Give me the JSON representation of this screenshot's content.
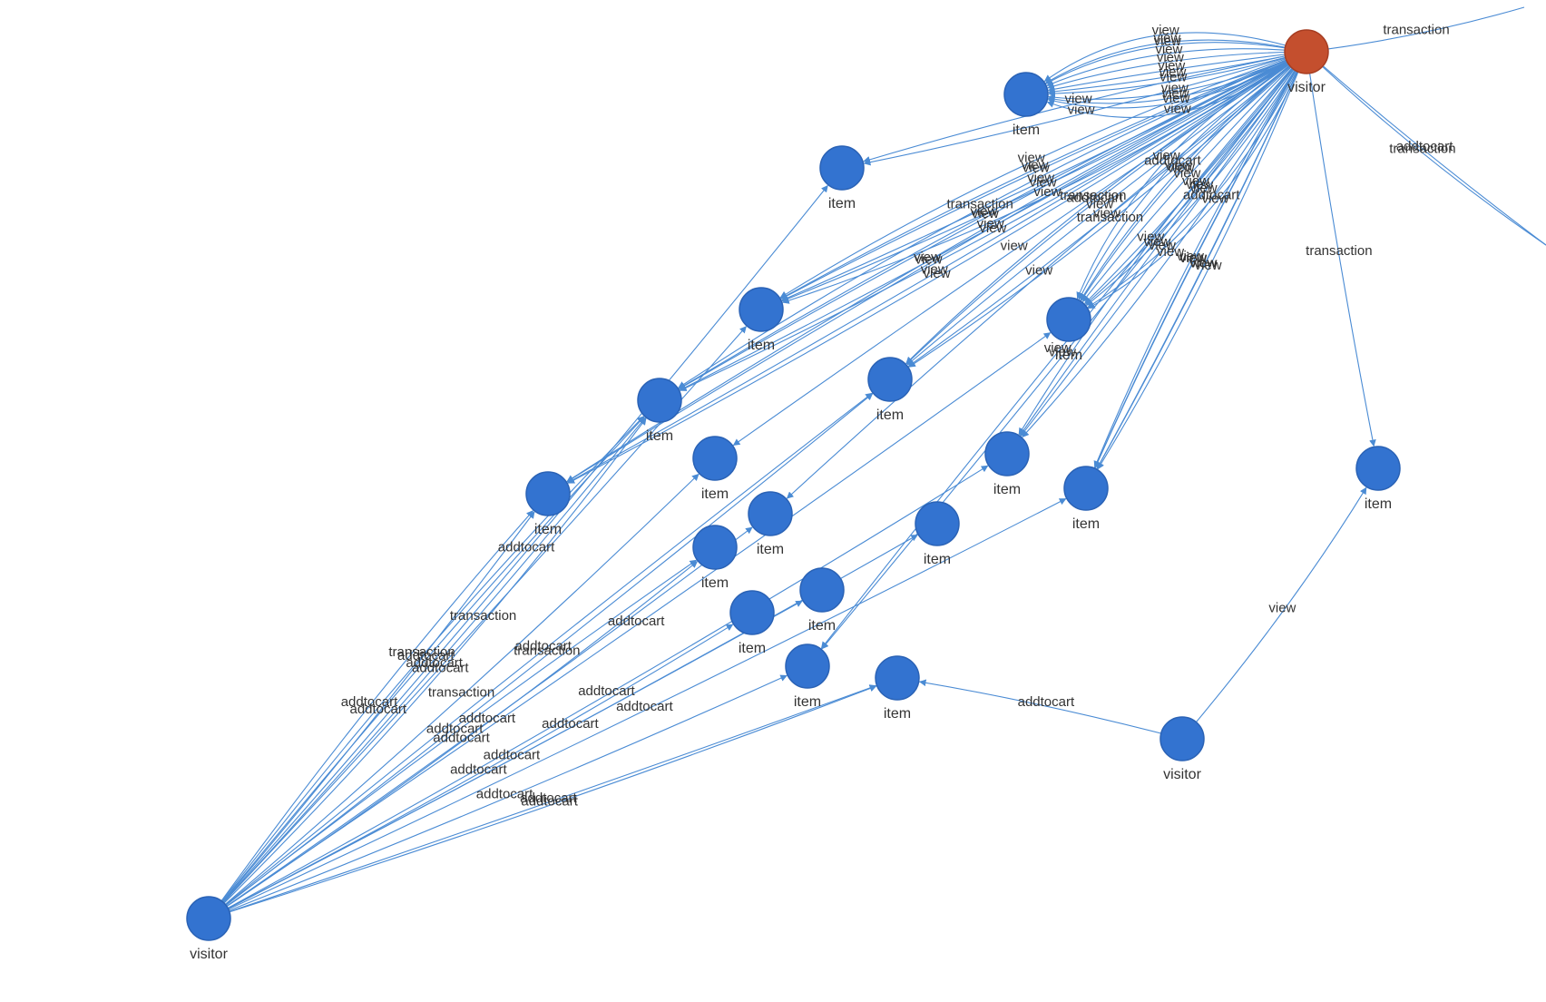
{
  "colors": {
    "item": "#3373d0",
    "visitor": "#3373d0",
    "visitor_selected": "#c44f2e",
    "edge": "#4a8bd4",
    "label": "#333333"
  },
  "nodes": [
    {
      "id": "v0",
      "label": "visitor",
      "kind": "visitor",
      "selected": true
    },
    {
      "id": "v1",
      "label": "visitor",
      "kind": "visitor"
    },
    {
      "id": "v2",
      "label": "visitor",
      "kind": "visitor"
    },
    {
      "id": "i1",
      "label": "item",
      "kind": "item"
    },
    {
      "id": "i2",
      "label": "item",
      "kind": "item"
    },
    {
      "id": "i3",
      "label": "item",
      "kind": "item"
    },
    {
      "id": "i4",
      "label": "item",
      "kind": "item"
    },
    {
      "id": "i5",
      "label": "item",
      "kind": "item"
    },
    {
      "id": "i6",
      "label": "item",
      "kind": "item"
    },
    {
      "id": "i7",
      "label": "item",
      "kind": "item"
    },
    {
      "id": "i8",
      "label": "item",
      "kind": "item"
    },
    {
      "id": "i9",
      "label": "item",
      "kind": "item"
    },
    {
      "id": "i10",
      "label": "item",
      "kind": "item"
    },
    {
      "id": "i11",
      "label": "item",
      "kind": "item"
    },
    {
      "id": "i12",
      "label": "item",
      "kind": "item"
    },
    {
      "id": "i13",
      "label": "item",
      "kind": "item"
    },
    {
      "id": "i14",
      "label": "item",
      "kind": "item"
    },
    {
      "id": "i15",
      "label": "item",
      "kind": "item"
    },
    {
      "id": "i16",
      "label": "item",
      "kind": "item"
    },
    {
      "id": "i17",
      "label": "item",
      "kind": "item"
    },
    {
      "id": "i18",
      "label": "item",
      "kind": "item"
    },
    {
      "id": "i19",
      "label": "item",
      "kind": "item"
    },
    {
      "id": "i20",
      "label": "item",
      "kind": "item"
    }
  ],
  "edges": [
    {
      "source": "v0",
      "target": "i1",
      "label": "view"
    },
    {
      "source": "v0",
      "target": "i1",
      "label": "view"
    },
    {
      "source": "v0",
      "target": "i1",
      "label": "view"
    },
    {
      "source": "v0",
      "target": "i1",
      "label": "view"
    },
    {
      "source": "v0",
      "target": "i1",
      "label": "view"
    },
    {
      "source": "v0",
      "target": "i1",
      "label": "view"
    },
    {
      "source": "v0",
      "target": "i1",
      "label": "view"
    },
    {
      "source": "v0",
      "target": "i1",
      "label": "view"
    },
    {
      "source": "v0",
      "target": "i1",
      "label": "view"
    },
    {
      "source": "v0",
      "target": "i1",
      "label": "view"
    },
    {
      "source": "v0",
      "target": "i1",
      "label": "view"
    },
    {
      "source": "v0",
      "target": "i1",
      "label": "view"
    },
    {
      "source": "v0",
      "target": "i2",
      "label": "view"
    },
    {
      "source": "v0",
      "target": "i2",
      "label": "view"
    },
    {
      "source": "v0",
      "target": "i3",
      "label": "view"
    },
    {
      "source": "v0",
      "target": "i3",
      "label": "view"
    },
    {
      "source": "v0",
      "target": "i3",
      "label": "view"
    },
    {
      "source": "v0",
      "target": "i3",
      "label": "view"
    },
    {
      "source": "v0",
      "target": "i3",
      "label": "view"
    },
    {
      "source": "v0",
      "target": "i3",
      "label": "view"
    },
    {
      "source": "v0",
      "target": "i4",
      "label": "view"
    },
    {
      "source": "v0",
      "target": "i4",
      "label": "view"
    },
    {
      "source": "v0",
      "target": "i4",
      "label": "view"
    },
    {
      "source": "v0",
      "target": "i4",
      "label": "view"
    },
    {
      "source": "v0",
      "target": "i4",
      "label": "transaction"
    },
    {
      "source": "v0",
      "target": "i5",
      "label": "view"
    },
    {
      "source": "v0",
      "target": "i5",
      "label": "view"
    },
    {
      "source": "v0",
      "target": "i5",
      "label": "view"
    },
    {
      "source": "v0",
      "target": "i5",
      "label": "view"
    },
    {
      "source": "v0",
      "target": "i6",
      "label": "view"
    },
    {
      "source": "v0",
      "target": "i6",
      "label": "view"
    },
    {
      "source": "v0",
      "target": "i6",
      "label": "addtocart"
    },
    {
      "source": "v0",
      "target": "i6",
      "label": "transaction"
    },
    {
      "source": "v0",
      "target": "i6",
      "label": "transaction"
    },
    {
      "source": "v0",
      "target": "i7",
      "label": "view"
    },
    {
      "source": "v0",
      "target": "i7",
      "label": "view"
    },
    {
      "source": "v0",
      "target": "i7",
      "label": "view"
    },
    {
      "source": "v0",
      "target": "i7",
      "label": "view"
    },
    {
      "source": "v0",
      "target": "i7",
      "label": "view"
    },
    {
      "source": "v0",
      "target": "i7",
      "label": "view"
    },
    {
      "source": "v0",
      "target": "i7",
      "label": "addtocart"
    },
    {
      "source": "v0",
      "target": "i7",
      "label": "addtocart"
    },
    {
      "source": "v0",
      "target": "i7",
      "label": "view"
    },
    {
      "source": "v0",
      "target": "i7",
      "label": "view"
    },
    {
      "source": "v0",
      "target": "i8",
      "label": "view"
    },
    {
      "source": "v0",
      "target": "i9",
      "label": "view"
    },
    {
      "source": "v0",
      "target": "i11",
      "label": "view"
    },
    {
      "source": "v0",
      "target": "i11",
      "label": "view"
    },
    {
      "source": "v0",
      "target": "i11",
      "label": "view"
    },
    {
      "source": "v0",
      "target": "i11",
      "label": "view"
    },
    {
      "source": "v0",
      "target": "i12",
      "label": "view"
    },
    {
      "source": "v0",
      "target": "i12",
      "label": "view"
    },
    {
      "source": "v0",
      "target": "i12",
      "label": "view"
    },
    {
      "source": "v0",
      "target": "i19",
      "label": "view"
    },
    {
      "source": "v0",
      "target": "i19",
      "label": "view"
    },
    {
      "source": "v0",
      "target": "i20",
      "label": "transaction"
    },
    {
      "source": "v0",
      "target": "i12",
      "label": "view"
    },
    {
      "source": "v0",
      "target": "i16",
      "label": "view"
    },
    {
      "source": "v0",
      "target": "i16",
      "label": "view"
    },
    {
      "source": "v1",
      "target": "i4",
      "label": "addtocart"
    },
    {
      "source": "v1",
      "target": "i4",
      "label": "addtocart"
    },
    {
      "source": "v1",
      "target": "i4",
      "label": "addtocart"
    },
    {
      "source": "v1",
      "target": "i4",
      "label": "transaction"
    },
    {
      "source": "v1",
      "target": "i3",
      "label": "transaction"
    },
    {
      "source": "v1",
      "target": "i2",
      "label": "addtocart"
    },
    {
      "source": "v1",
      "target": "i5",
      "label": "addtocart"
    },
    {
      "source": "v1",
      "target": "i5",
      "label": "addtocart"
    },
    {
      "source": "v1",
      "target": "i8",
      "label": "transaction"
    },
    {
      "source": "v1",
      "target": "i9",
      "label": "addtocart"
    },
    {
      "source": "v1",
      "target": "i10",
      "label": "addtocart"
    },
    {
      "source": "v1",
      "target": "i10",
      "label": "addtocart"
    },
    {
      "source": "v1",
      "target": "i6",
      "label": "transaction"
    },
    {
      "source": "v1",
      "target": "i6",
      "label": "addtocart"
    },
    {
      "source": "v1",
      "target": "i13",
      "label": "addtocart"
    },
    {
      "source": "v1",
      "target": "i14",
      "label": "addtocart"
    },
    {
      "source": "v1",
      "target": "i15",
      "label": "addtocart"
    },
    {
      "source": "v1",
      "target": "i16",
      "label": "addtocart"
    },
    {
      "source": "v1",
      "target": "i17",
      "label": "addtocart"
    },
    {
      "source": "v1",
      "target": "i18",
      "label": "addtocart"
    },
    {
      "source": "v1",
      "target": "i7",
      "label": "addtocart"
    },
    {
      "source": "v1",
      "target": "i11",
      "label": "addtocart"
    },
    {
      "source": "v1",
      "target": "i19",
      "label": "addtocart"
    },
    {
      "source": "v2",
      "target": "i18",
      "label": "addtocart"
    },
    {
      "source": "v2",
      "target": "i20",
      "label": "view"
    },
    {
      "source": "v0",
      "target": "x1",
      "label": "transaction"
    },
    {
      "source": "v0",
      "target": "x2",
      "label": "addtocart"
    },
    {
      "source": "v0",
      "target": "x3",
      "label": "transaction"
    }
  ]
}
